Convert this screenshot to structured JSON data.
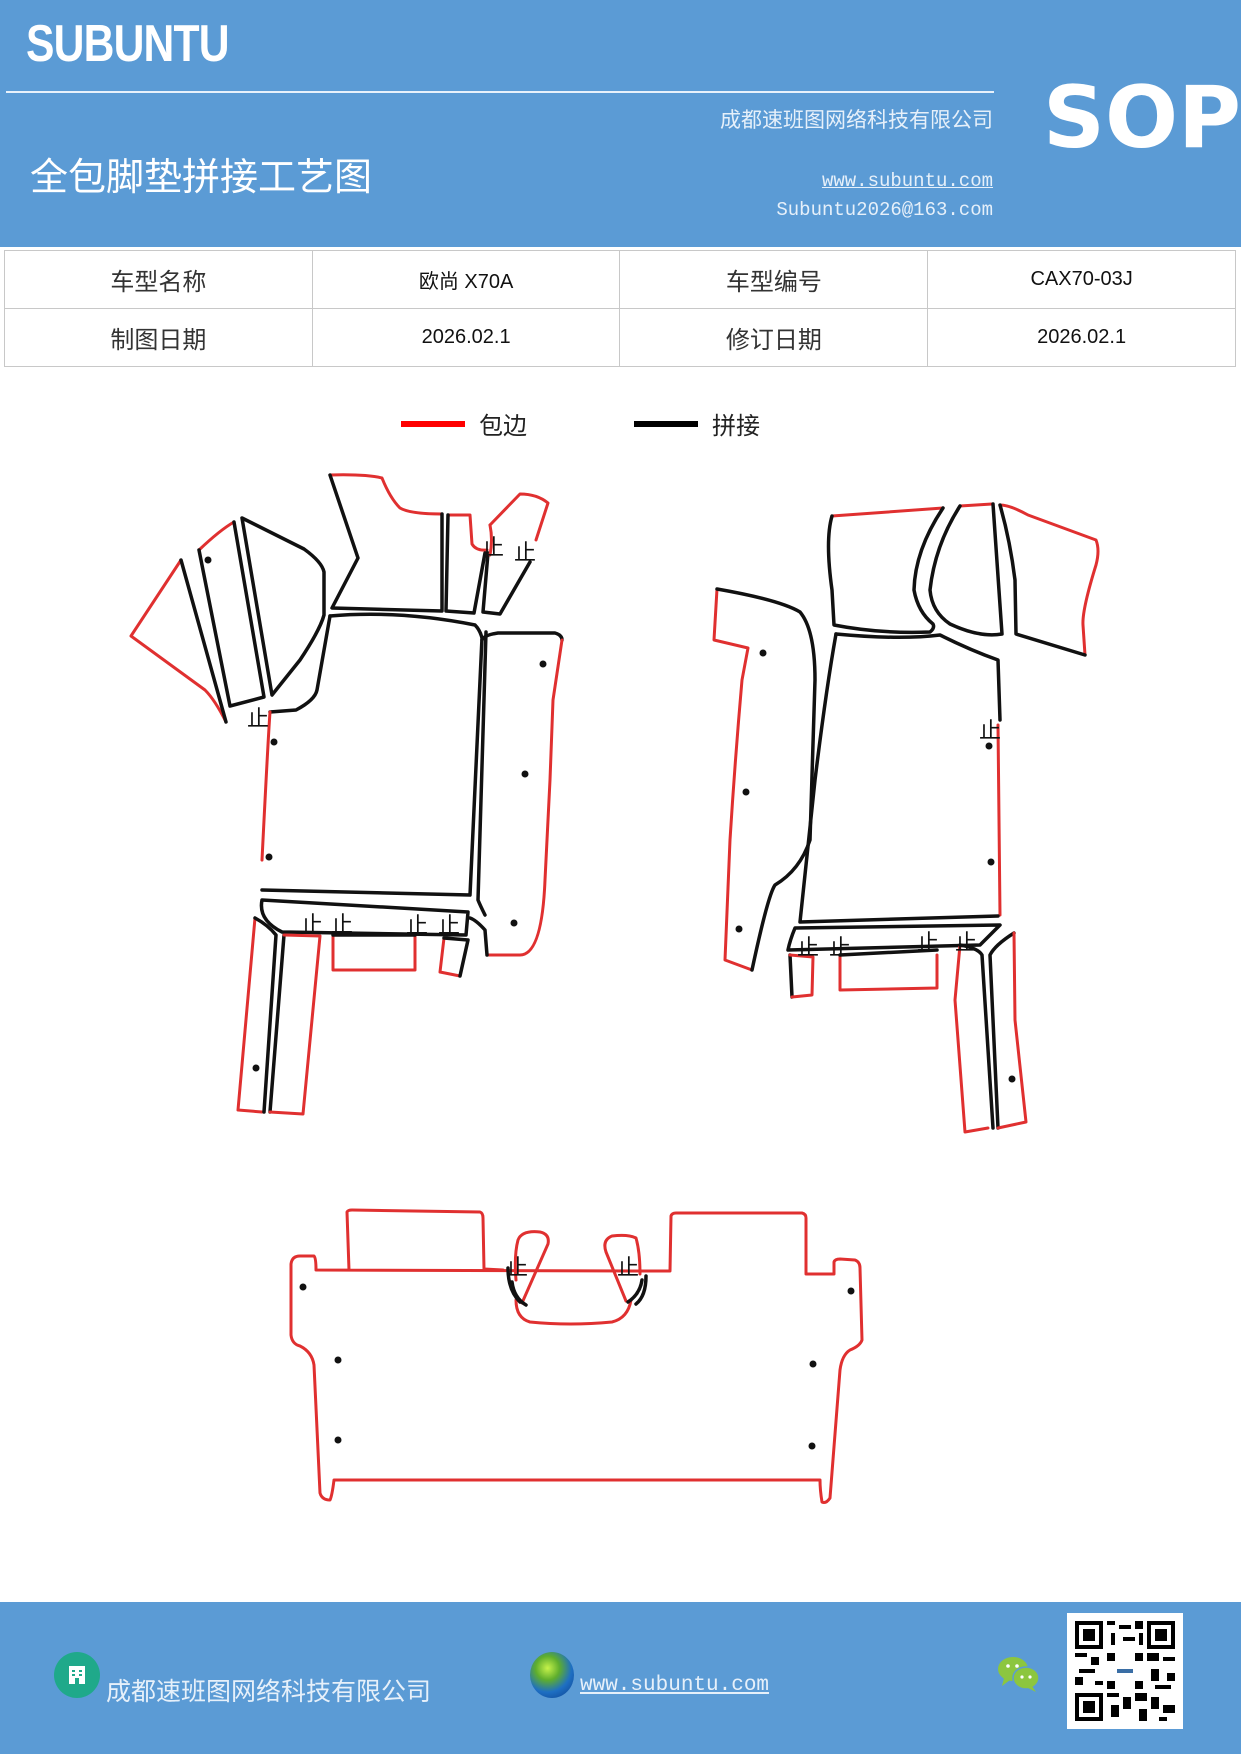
{
  "header": {
    "brand": "SUBUNTU",
    "title": "全包脚垫拼接工艺图",
    "company": "成都速班图网络科技有限公司",
    "website": "www.subuntu.com",
    "email": "Subuntu2026@163.com",
    "badge": "SOP",
    "background_color": "#5b9bd5"
  },
  "info_table": {
    "rows": [
      {
        "label1": "车型名称",
        "value1": "欧尚 X70A",
        "label2": "车型编号",
        "value2": "CAX70-03J"
      },
      {
        "label1": "制图日期",
        "value1": "2026.02.1",
        "label2": "修订日期",
        "value2": "2026.02.1"
      }
    ]
  },
  "legend": {
    "items": [
      {
        "label": "包边",
        "color": "#ff0000"
      },
      {
        "label": "拼接",
        "color": "#000000"
      }
    ]
  },
  "diagram": {
    "stop_mark": "止",
    "edge_color": "#e03030",
    "seam_color": "#111111",
    "pieces": [
      "front-left-mat",
      "front-right-mat",
      "rear-mat"
    ]
  },
  "footer": {
    "company": "成都速班图网络科技有限公司",
    "website": "www.subuntu.com",
    "icons": [
      "building-icon",
      "globe-icon",
      "wechat-icon",
      "qr-code"
    ]
  }
}
